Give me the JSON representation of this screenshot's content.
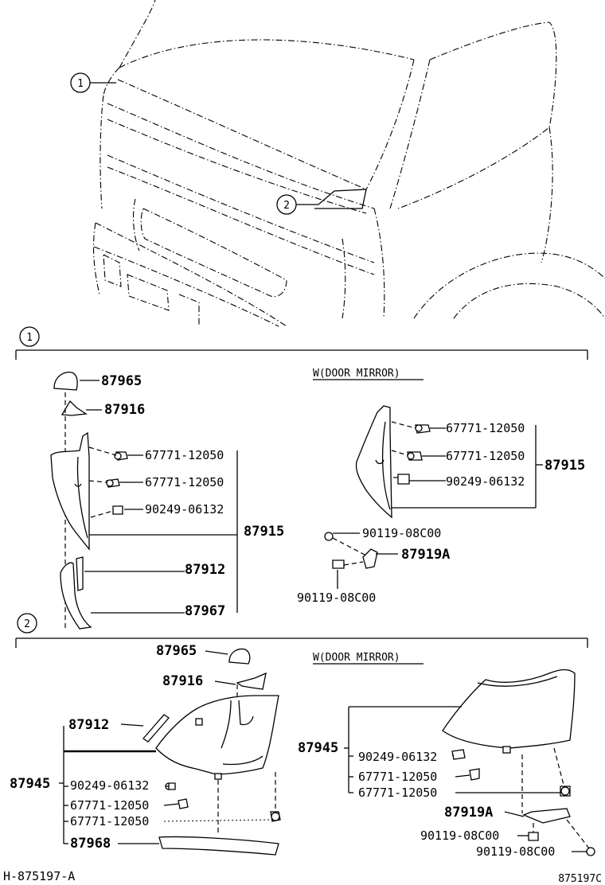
{
  "callouts": {
    "one": "1",
    "two": "2"
  },
  "section1": {
    "left": {
      "p87965": "87965",
      "p87916": "87916",
      "c1": "67771-12050",
      "c2": "67771-12050",
      "s1": "90249-06132",
      "main": "87915",
      "p87912": "87912",
      "p87967": "87967"
    },
    "right": {
      "note": "W(DOOR MIRROR)",
      "c1": "67771-12050",
      "c2": "67771-12050",
      "s1": "90249-06132",
      "main": "87915",
      "b1": "90119-08C00",
      "bracket": "87919A",
      "b2": "90119-08C00"
    }
  },
  "section2": {
    "left": {
      "p87965": "87965",
      "p87916": "87916",
      "p87912": "87912",
      "main": "87945",
      "s1": "90249-06132",
      "c1": "67771-12050",
      "c2": "67771-12050",
      "p87968": "87968"
    },
    "right": {
      "note": "W(DOOR MIRROR)",
      "main": "87945",
      "s1": "90249-06132",
      "c1": "67771-12050",
      "c2": "67771-12050",
      "bracket": "87919A",
      "b1": "90119-08C00",
      "b2": "90119-08C00"
    }
  },
  "footer": {
    "left": "H-875197-A",
    "right": "875197C"
  }
}
